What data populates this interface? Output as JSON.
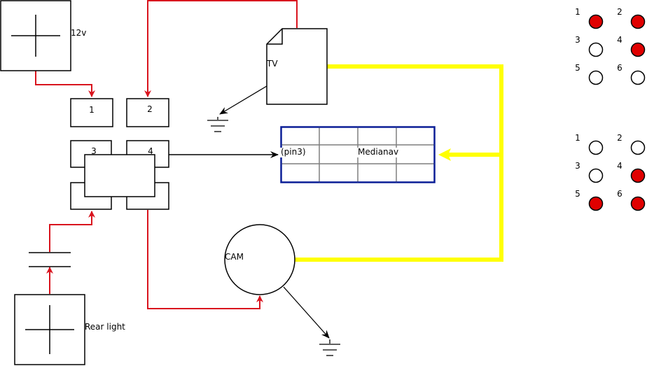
{
  "components": {
    "battery_label": "12v",
    "rear_light_label": "Rear light",
    "tv_label": "TV",
    "cam_label": "CAM",
    "medianav_label": "Medianav",
    "medianav_pin_label": "(pin3)"
  },
  "relay": {
    "pin1": "1",
    "pin2": "2",
    "pin3": "3",
    "pin4": "4"
  },
  "pin_states_top": {
    "labels": [
      "1",
      "2",
      "3",
      "4",
      "5",
      "6"
    ],
    "active": [
      true,
      true,
      false,
      true,
      false,
      false
    ]
  },
  "pin_states_bottom": {
    "labels": [
      "1",
      "2",
      "3",
      "4",
      "5",
      "6"
    ],
    "active": [
      false,
      false,
      false,
      true,
      true,
      true
    ]
  },
  "colors": {
    "power_wire": "#d9141e",
    "video_wire": "#ffff00",
    "signal_wire": "#000000",
    "medianav_border": "#0a1e96",
    "pin_active": "#e00000"
  }
}
